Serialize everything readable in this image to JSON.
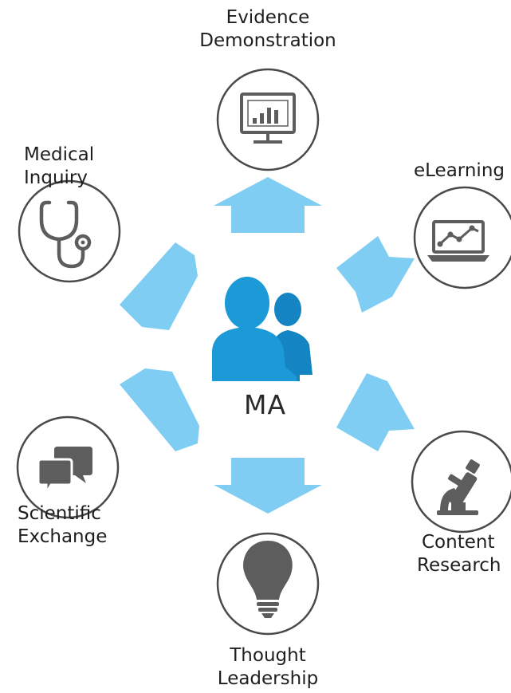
{
  "center": {
    "label": "MA",
    "icon": "people-icon"
  },
  "nodes": [
    {
      "id": "evidence",
      "label_lines": [
        "Evidence",
        "Demonstration"
      ],
      "icon": "bar-chart-monitor-icon"
    },
    {
      "id": "elearning",
      "label_lines": [
        "eLearning"
      ],
      "icon": "laptop-graph-icon"
    },
    {
      "id": "content",
      "label_lines": [
        "Content",
        "Research"
      ],
      "icon": "microscope-icon"
    },
    {
      "id": "thought",
      "label_lines": [
        "Thought",
        "Leadership"
      ],
      "icon": "lightbulb-icon"
    },
    {
      "id": "scientific",
      "label_lines": [
        "Scientific",
        "Exchange"
      ],
      "icon": "speech-bubbles-icon"
    },
    {
      "id": "medical",
      "label_lines": [
        "Medical",
        "Inquiry"
      ],
      "icon": "stethoscope-icon"
    }
  ],
  "colors": {
    "arrow": "#7fcdf2",
    "people_front": "#1b9ad7",
    "people_back": "#1584c2",
    "circle_stroke": "#4a4a4a",
    "icon": "#5d5d5d",
    "text": "#1e1e1e"
  }
}
